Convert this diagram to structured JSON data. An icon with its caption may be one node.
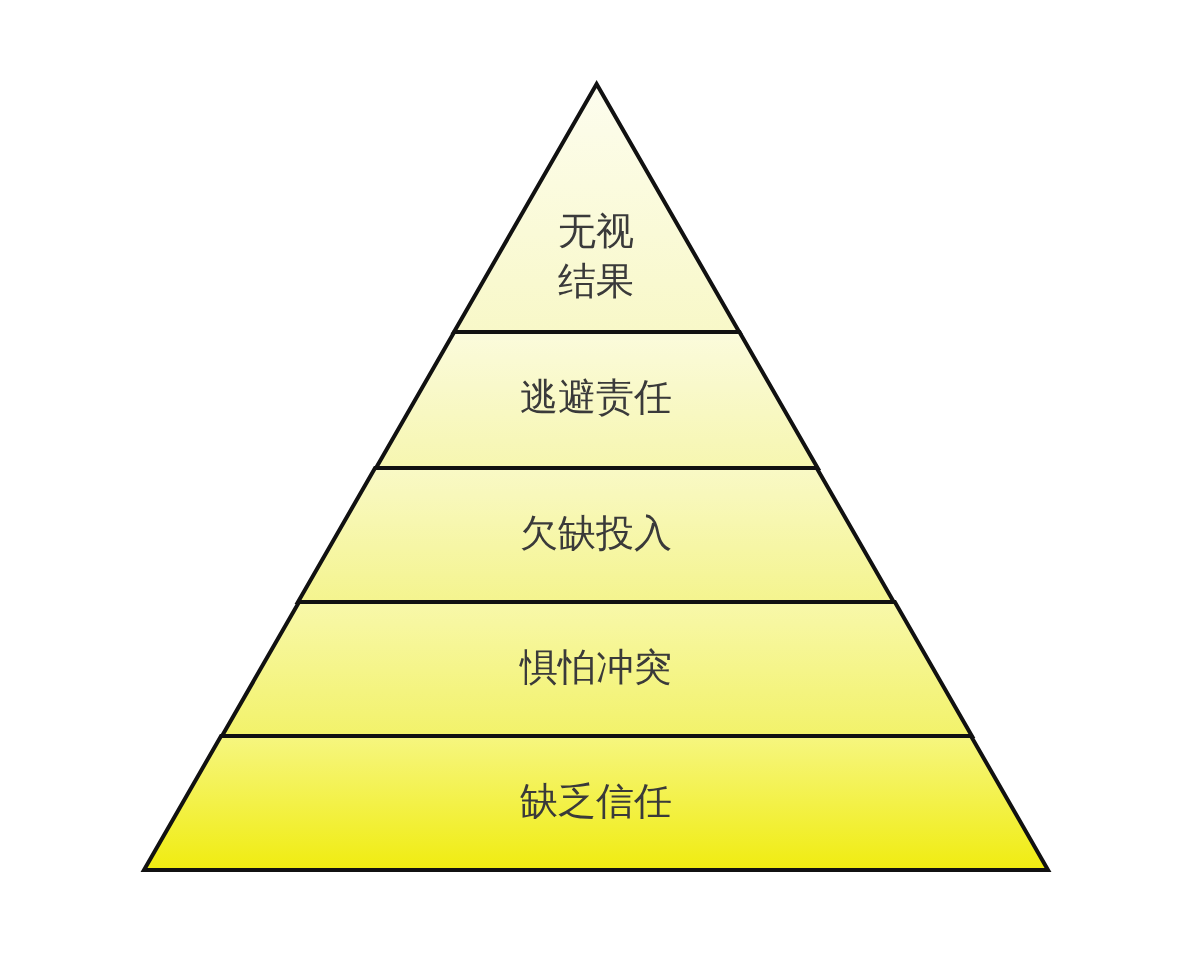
{
  "diagram": {
    "nodes": [
      {
        "text": [
          "无视结果"
        ]
      },
      {
        "text": [
          "逃避责任"
        ]
      },
      {
        "text": [
          "欠缺投入"
        ]
      },
      {
        "text": [
          "惧怕冲突"
        ]
      },
      {
        "text": [
          "缺乏信任"
        ]
      }
    ]
  }
}
